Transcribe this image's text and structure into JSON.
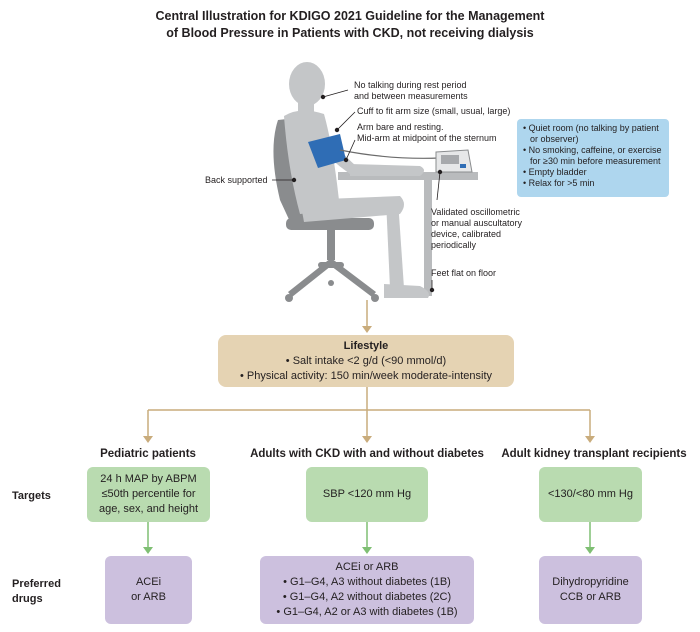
{
  "title": {
    "line1": "Central Illustration for KDIGO 2021 Guideline for the Management",
    "line2": "of Blood Pressure in Patients with CKD, not receiving dialysis"
  },
  "annotations": {
    "no_talking_1": "No talking during rest period",
    "no_talking_2": "and between measurements",
    "cuff": "Cuff to fit arm size (small, usual, large)",
    "arm_1": "Arm bare and resting.",
    "arm_2": "Mid-arm at midpoint of the sternum",
    "back": "Back supported",
    "device_1": "Validated oscillometric",
    "device_2": "or manual auscultatory",
    "device_3": "device, calibrated",
    "device_4": "periodically",
    "feet": "Feet flat on floor"
  },
  "conditions": [
    "• Quiet room (no talking by patient or observer)",
    "• No smoking, caffeine, or exercise for ≥30 min before measurement",
    "• Empty bladder",
    "• Relax for >5 min"
  ],
  "lifestyle": {
    "title": "Lifestyle",
    "salt": "• Salt intake <2 g/d (<90 mmol/d)",
    "activity": "• Physical activity: 150 min/week moderate-intensity"
  },
  "columns": {
    "pediatric": "Pediatric patients",
    "adults": "Adults with CKD with and without diabetes",
    "transplant": "Adult kidney transplant recipients"
  },
  "rows": {
    "targets": "Targets",
    "drugs_1": "Preferred",
    "drugs_2": "drugs"
  },
  "targets": {
    "pediatric_1": "24 h MAP by ABPM",
    "pediatric_2": "≤50th percentile for",
    "pediatric_3": "age, sex, and height",
    "adults": "SBP <120 mm Hg",
    "transplant": "<130/<80 mm Hg"
  },
  "drugs": {
    "pediatric_1": "ACEi",
    "pediatric_2": "or ARB",
    "adults_1": "ACEi or ARB",
    "adults_2": "• G1–G4, A3 without diabetes (1B)",
    "adults_3": "• G1–G4, A2 without diabetes (2C)",
    "adults_4": "• G1–G4, A2 or A3 with diabetes (1B)",
    "transplant_1": "Dihydropyridine",
    "transplant_2": "CCB or ARB"
  },
  "colors": {
    "lifestyle": "#e5d3b3",
    "target": "#b9dbb0",
    "drug": "#ccc0de",
    "conditions": "#aed6ee",
    "tan_arrow": "#c9ac7c",
    "green_arrow": "#7fbf73",
    "cuff": "#2f6db5"
  }
}
